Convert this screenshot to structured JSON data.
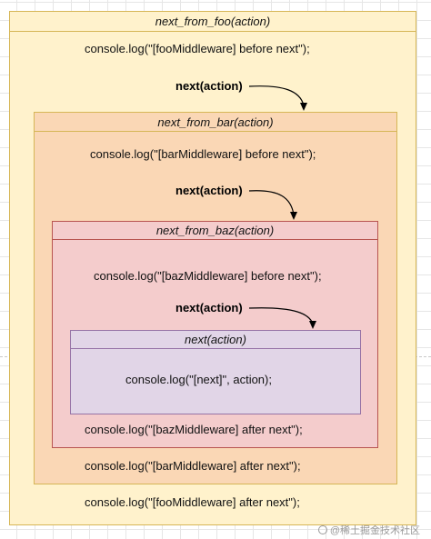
{
  "diagram": {
    "foo": {
      "header": "next_from_foo(action)",
      "before": "console.log(\"[fooMiddleware] before next\");",
      "next_call": "next(action)",
      "after": "console.log(\"[fooMiddleware] after next\");"
    },
    "bar": {
      "header": "next_from_bar(action)",
      "before": "console.log(\"[barMiddleware] before next\");",
      "next_call": "next(action)",
      "after": "console.log(\"[barMiddleware] after next\");"
    },
    "baz": {
      "header": "next_from_baz(action)",
      "before": "console.log(\"[bazMiddleware] before next\");",
      "next_call": "next(action)",
      "after": "console.log(\"[bazMiddleware] after next\");"
    },
    "next": {
      "header": "next(action)",
      "body": "console.log(\"[next]\", action);"
    }
  },
  "colors": {
    "foo_fill": "#fff2cc",
    "foo_border": "#d6b656",
    "bar_fill": "#fad7b5",
    "baz_fill": "#f4cccc",
    "baz_border": "#b85450",
    "next_fill": "#e1d5e7",
    "next_border": "#9673a6"
  },
  "watermark": {
    "text": "@稀土掘金技术社区"
  }
}
